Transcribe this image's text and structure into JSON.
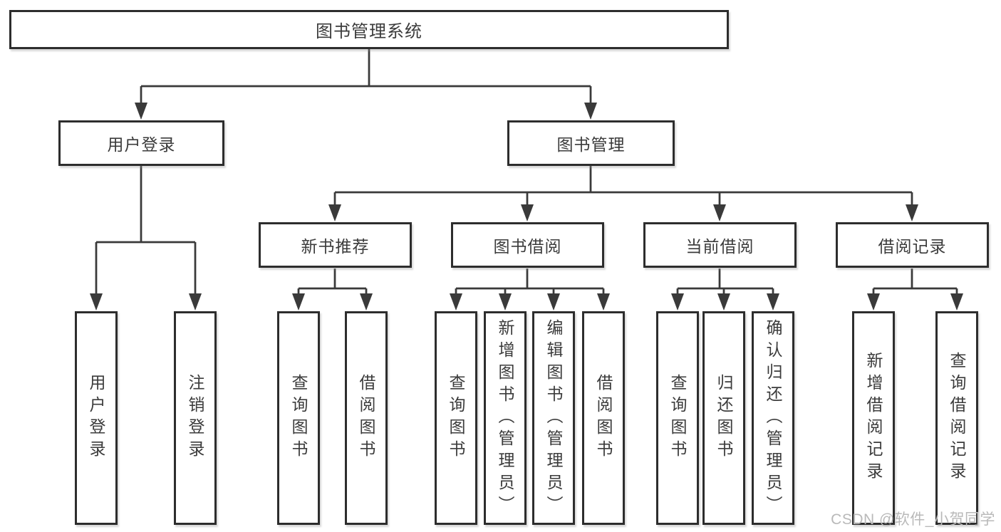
{
  "diagram": {
    "title": "图书管理系统",
    "root": {
      "label": "图书管理系统"
    },
    "level2": [
      {
        "label": "用户登录"
      },
      {
        "label": "图书管理"
      }
    ],
    "level3": [
      {
        "label": "新书推荐",
        "parent": "图书管理"
      },
      {
        "label": "图书借阅",
        "parent": "图书管理"
      },
      {
        "label": "当前借阅",
        "parent": "图书管理"
      },
      {
        "label": "借阅记录",
        "parent": "图书管理"
      }
    ],
    "leaves": [
      {
        "label": "用户登录",
        "parent": "用户登录"
      },
      {
        "label": "注销登录",
        "parent": "用户登录"
      },
      {
        "label": "查询图书",
        "parent": "新书推荐"
      },
      {
        "label": "借阅图书",
        "parent": "新书推荐"
      },
      {
        "label": "查询图书",
        "parent": "图书借阅"
      },
      {
        "label": "新增图书（管理员）",
        "parent": "图书借阅"
      },
      {
        "label": "编辑图书（管理员）",
        "parent": "图书借阅"
      },
      {
        "label": "借阅图书",
        "parent": "图书借阅"
      },
      {
        "label": "查询图书",
        "parent": "当前借阅"
      },
      {
        "label": "归还图书",
        "parent": "当前借阅"
      },
      {
        "label": "确认归还（管理员）",
        "parent": "当前借阅"
      },
      {
        "label": "新增借阅记录",
        "parent": "借阅记录"
      },
      {
        "label": "查询借阅记录",
        "parent": "借阅记录"
      }
    ]
  },
  "watermark": {
    "text": "CSDN @软件_小贺同学"
  },
  "colors": {
    "background": "#ffffff",
    "box_border": "#2d2d2d",
    "line": "#3a3a3a",
    "text": "#3b3b3b",
    "watermark": "#b9b9b9"
  }
}
